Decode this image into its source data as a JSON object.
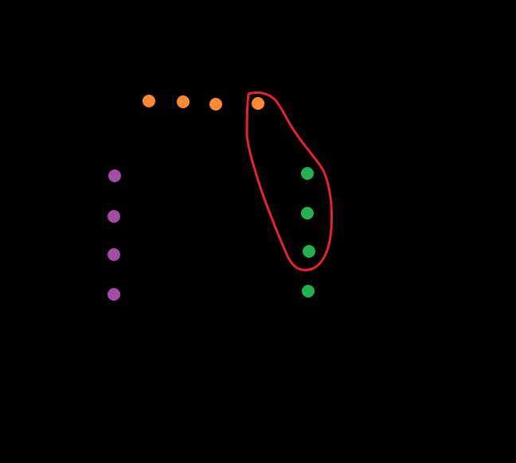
{
  "colors": {
    "background": "#000000",
    "orange": "#FF8A33",
    "purple": "#A64CA6",
    "green": "#23B14D",
    "outline": "#E8232B"
  },
  "groups": [
    {
      "name": "orange-dots",
      "color_key": "orange",
      "count": 4
    },
    {
      "name": "purple-dots",
      "color_key": "purple",
      "count": 4
    },
    {
      "name": "green-dots",
      "color_key": "green",
      "count": 4
    }
  ],
  "highlight": {
    "color_key": "outline",
    "encloses": [
      "orange-dot-4",
      "green-dot-1",
      "green-dot-2",
      "green-dot-3"
    ]
  }
}
